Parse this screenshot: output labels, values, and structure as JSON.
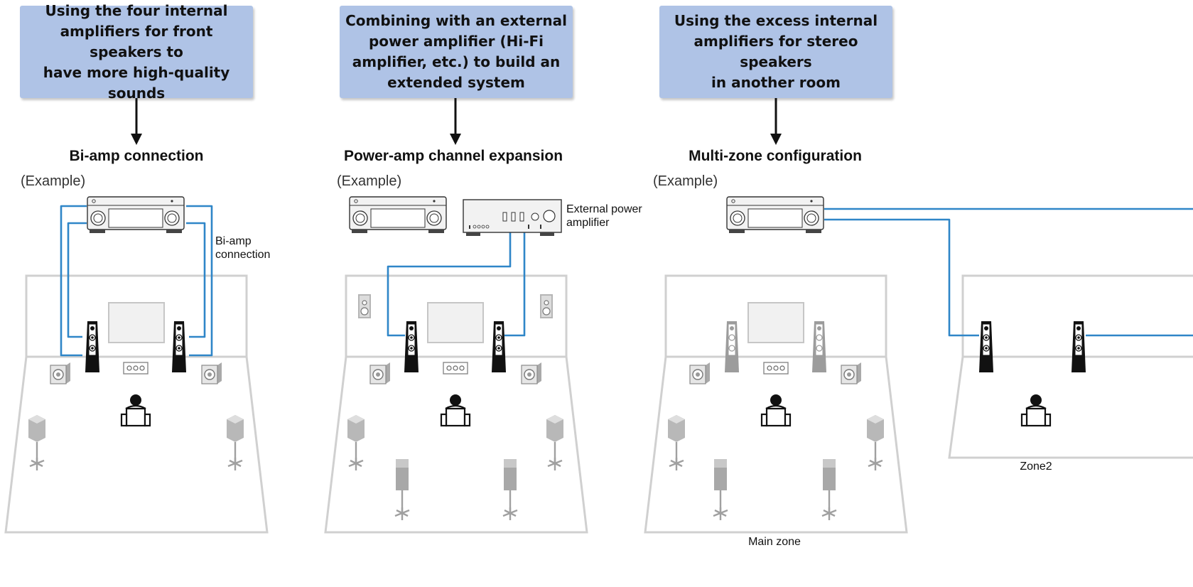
{
  "panels": [
    {
      "box_lines": [
        "Using the four internal",
        "amplifiers for front speakers to",
        "have more high-quality sounds"
      ],
      "heading": "Bi-amp connection",
      "example": "(Example)",
      "label_lines": [
        "Bi-amp",
        "connection"
      ]
    },
    {
      "box_lines": [
        "Combining with an external",
        "power amplifier (Hi-Fi",
        "amplifier, etc.) to build an",
        "extended system"
      ],
      "heading": "Power-amp channel expansion",
      "example": "(Example)",
      "label_lines": [
        "External power",
        "amplifier"
      ]
    },
    {
      "box_lines": [
        "Using the excess internal",
        "amplifiers for stereo speakers",
        "in another room"
      ],
      "heading": "Multi-zone configuration",
      "example": "(Example)",
      "main_zone": "Main zone",
      "zone2": "Zone2"
    }
  ],
  "colors": {
    "box_fill": "#afc3e6",
    "wire": "#2f86c8",
    "room_outline": "#cfcfcf",
    "speaker_active": "#1a1a1a",
    "speaker_inactive": "#9a9a9a"
  }
}
